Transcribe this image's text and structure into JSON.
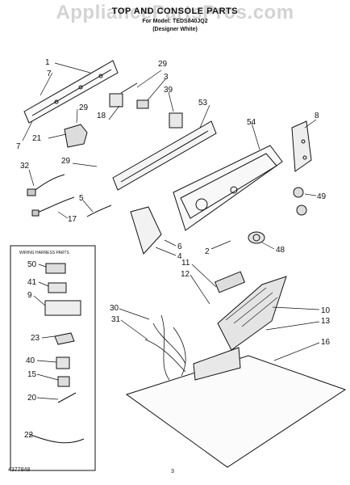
{
  "watermark": "AppliancePartsPros.com",
  "header": {
    "title": "TOP AND CONSOLE PARTS",
    "model_line": "For Model: TEDS840JQ2",
    "color_line": "(Designer White)"
  },
  "footer": {
    "doc_number": "4377848",
    "page_number": "3"
  },
  "kit_box": {
    "title": "WIRING HARNESS PARTS"
  },
  "callouts": [
    "1",
    "7",
    "7",
    "29",
    "3",
    "39",
    "53",
    "8",
    "29",
    "18",
    "21",
    "54",
    "29",
    "32",
    "5",
    "17",
    "49",
    "6",
    "4",
    "2",
    "48",
    "11",
    "12",
    "10",
    "30",
    "31",
    "13",
    "16",
    "50",
    "41",
    "9",
    "23",
    "40",
    "15",
    "20",
    "22"
  ]
}
